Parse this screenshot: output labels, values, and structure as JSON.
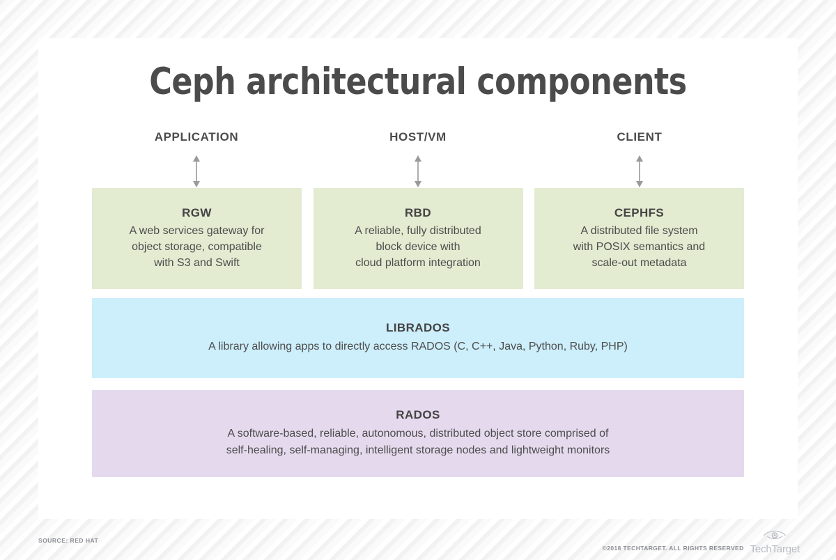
{
  "title": "Ceph architectural components",
  "colors": {
    "page_background": "#f4f4f4",
    "card": "#ffffff",
    "gateway_box": "#e3ebd1",
    "librados_band": "#cdeefb",
    "rados_band": "#e5daed",
    "title_text": "#4b4b4b",
    "body_text": "#4d4d4d",
    "footer_text": "#8b8d94"
  },
  "columns": [
    {
      "label": "APPLICATION",
      "arrow": "double-headed-vertical-arrow-icon"
    },
    {
      "label": "HOST/VM",
      "arrow": "double-headed-vertical-arrow-icon"
    },
    {
      "label": "CLIENT",
      "arrow": "double-headed-vertical-arrow-icon"
    }
  ],
  "interfaces": [
    {
      "name": "RGW",
      "description": "A web services gateway for\nobject storage, compatible\nwith S3 and Swift"
    },
    {
      "name": "RBD",
      "description": "A reliable, fully distributed\nblock device with\ncloud platform integration"
    },
    {
      "name": "CEPHFS",
      "description": "A distributed file system\nwith POSIX semantics and\nscale-out metadata"
    }
  ],
  "layers": [
    {
      "name": "LIBRADOS",
      "description": "A library allowing apps to directly access RADOS (C, C++, Java, Python, Ruby, PHP)"
    },
    {
      "name": "RADOS",
      "description": "A software-based, reliable, autonomous, distributed object store comprised of\nself-healing, self-managing, intelligent storage nodes and lightweight monitors"
    }
  ],
  "footer": {
    "source": "SOURCE: RED HAT",
    "copyright": "©2018 TECHTARGET. ALL RIGHTS RESERVED",
    "brand": "TechTarget",
    "brand_icon": "eye-logo-icon"
  }
}
